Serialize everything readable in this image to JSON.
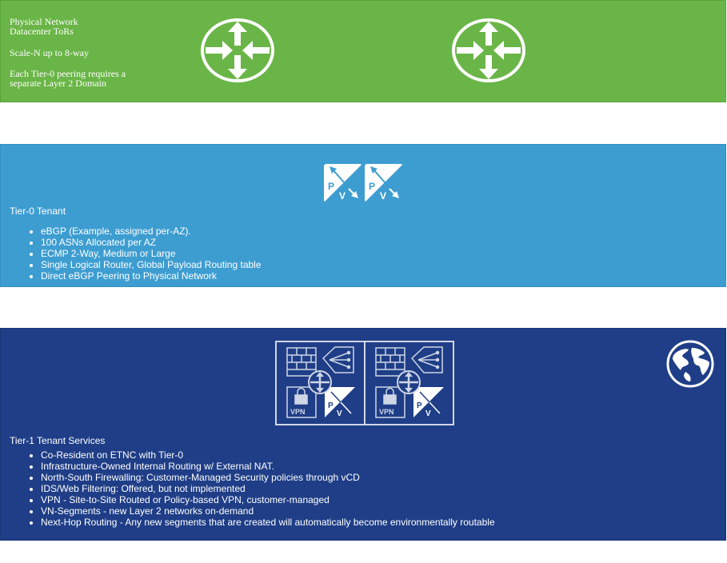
{
  "physical": {
    "title_line1": "Physical Network",
    "title_line2": "Datacenter ToRs",
    "scale": "Scale-N up to 8-way",
    "note_line1": "Each Tier-0 peering requires a",
    "note_line2": "separate Layer 2 Domain",
    "router_icons": [
      "router-icon",
      "router-icon"
    ],
    "color": "#6ab547"
  },
  "tier0": {
    "heading": "Tier-0 Tenant",
    "bullets": [
      "eBGP (Example, assigned per-AZ).",
      "100 ASNs Allocated per AZ",
      "ECMP 2-Way, Medium or Large",
      "Single Logical Router, Global Payload Routing table",
      "Direct eBGP Peering to Physical Network"
    ],
    "icon_letters": [
      "P",
      "V"
    ],
    "color": "#3d9dd1"
  },
  "tier1": {
    "heading": "Tier-1 Tenant Services",
    "bullets": [
      "Co-Resident on ETNC with Tier-0",
      "Infrastructure-Owned Internal Routing w/ External NAT.",
      "North-South Firewalling: Customer-Managed Security policies through vCD",
      "IDS/Web Filtering: Offered, but not implemented",
      "VPN - Site-to-Site Routed or Policy-based VPN, customer-managed",
      "VN-Segments - new Layer 2 networks on-demand",
      "Next-Hop Routing - Any new segments that are created will automatically become environmentally routable"
    ],
    "vpn_label": "VPN",
    "icon_letters": [
      "P",
      "V"
    ],
    "globe_icon": "globe-icon",
    "color": "#1f3e87"
  }
}
